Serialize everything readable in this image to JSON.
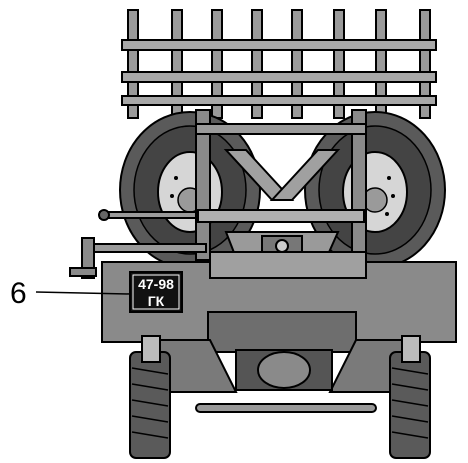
{
  "callout": {
    "number": "6"
  },
  "license_plate": {
    "line1": "47-98",
    "line2": "ГК"
  },
  "colors": {
    "body": "#8a8a8a",
    "body_dark": "#6e6e6e",
    "body_light": "#b8b8b8",
    "tire": "#5a5a5a",
    "tire_dark": "#3a3a3a",
    "outline": "#000000",
    "plate": "#111111"
  }
}
